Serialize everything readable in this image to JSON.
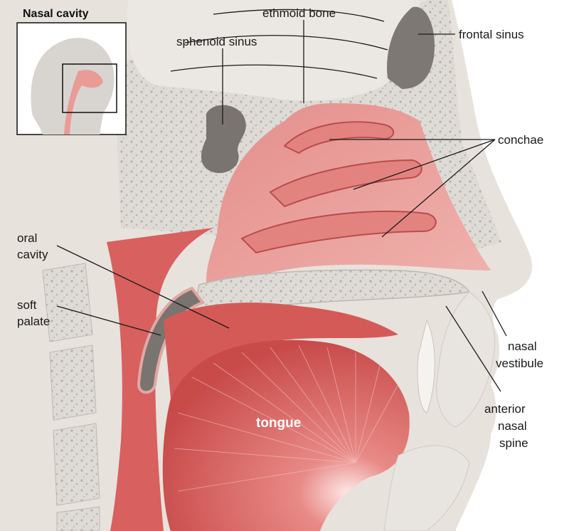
{
  "inset": {
    "title": "Nasal cavity"
  },
  "labels": {
    "ethmoid_bone": "ethmoid bone",
    "sphenoid_sinus": "sphenoid sinus",
    "frontal_sinus": "frontal sinus",
    "conchae": "conchae",
    "oral_cavity_1": "oral",
    "oral_cavity_2": "cavity",
    "soft_palate_1": "soft",
    "soft_palate_2": "palate",
    "nasal_vestibule_1": "nasal",
    "nasal_vestibule_2": "vestibule",
    "anterior_nasal_spine_1": "anterior",
    "anterior_nasal_spine_2": "nasal",
    "anterior_nasal_spine_3": "spine",
    "tongue": "tongue"
  },
  "colors": {
    "background": "#ffffff",
    "tissue_pink": "#e9a3a0",
    "cavity_red": "#d65c5c",
    "tongue_red": "#d96460",
    "bone_grey": "#d9d6d2",
    "brain_grey": "#e6e3df",
    "sinus_dark": "#7a7470"
  }
}
